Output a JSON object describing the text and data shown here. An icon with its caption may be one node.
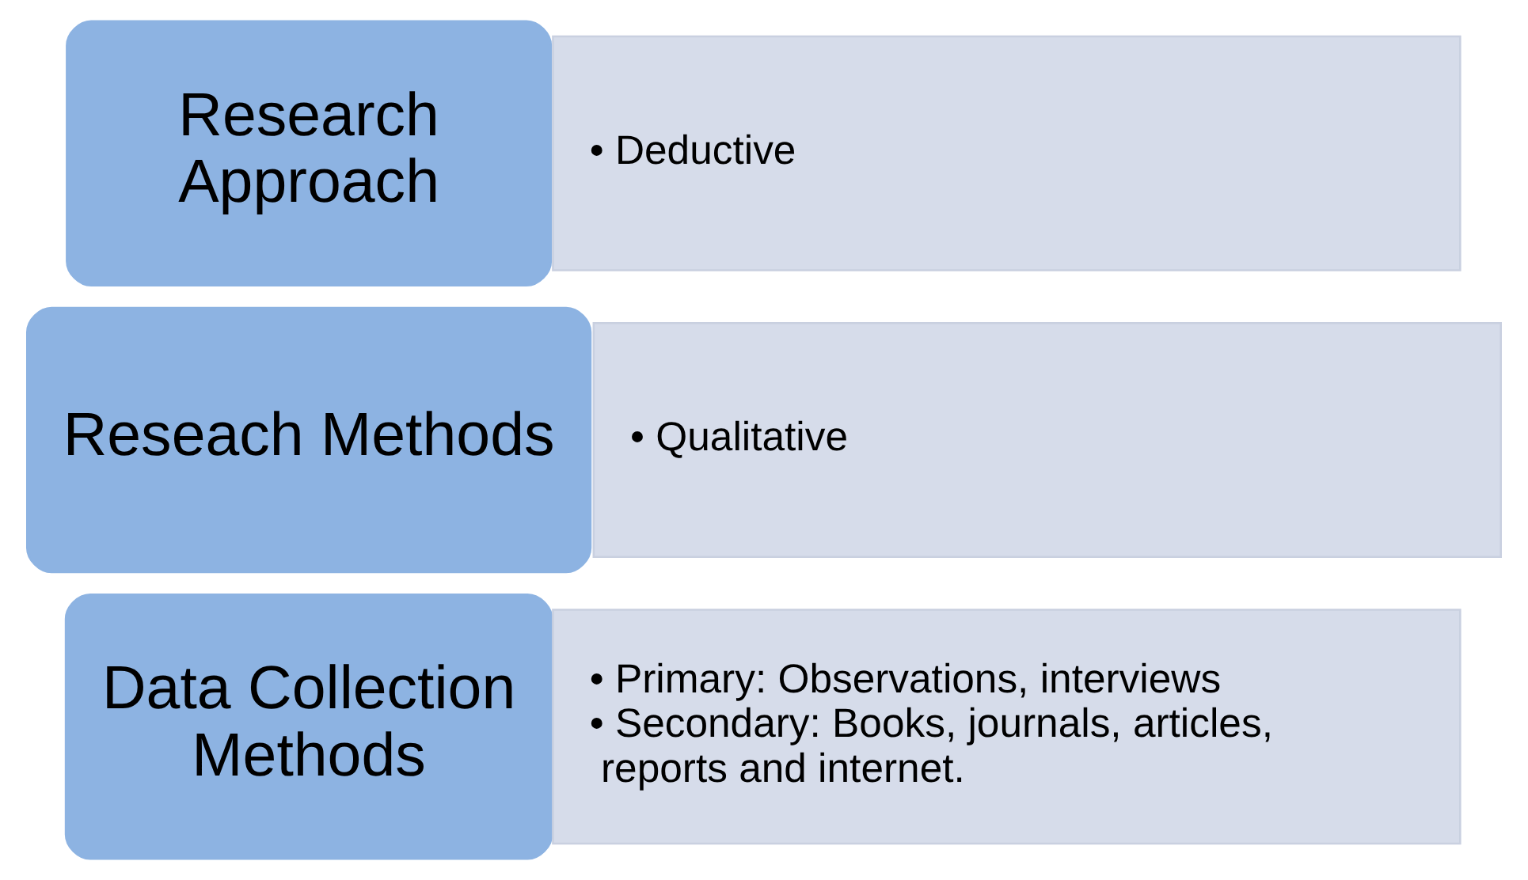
{
  "diagram": {
    "nodes": [
      {
        "text": [
          "Research Approach"
        ]
      },
      {
        "text": [
          "• Deductive"
        ]
      },
      {
        "text": [
          "Reseach Methods"
        ]
      },
      {
        "text": [
          "• Qualitative"
        ]
      },
      {
        "text": [
          "Data Collection Methods"
        ]
      },
      {
        "text": [
          "• Primary: Observations, interviews",
          "• Secondary: Books, journals, articles, reports and internet."
        ]
      }
    ],
    "edges": []
  }
}
